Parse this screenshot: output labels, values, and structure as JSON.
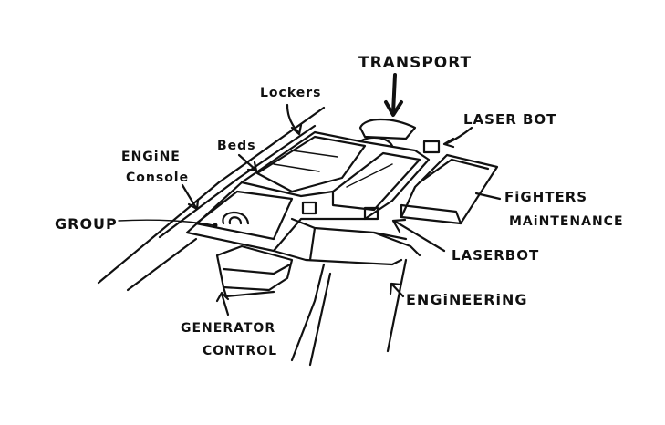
{
  "labels": {
    "transport": "TRANSPORT",
    "lockers": "Lockers",
    "laser_bot_top": "LASER BOT",
    "beds": "Beds",
    "engine_console_1": "ENGiNE",
    "engine_console_2": "Console",
    "fighters_maintenance_1": "FiGHTERS",
    "fighters_maintenance_2": "MAiNTENANCE",
    "group": "GROUP",
    "laserbot_bottom": "LASERBOT",
    "engineering": "ENGiNEERiNG",
    "generator_control_1": "GENERATOR",
    "generator_control_2": "CONTROL"
  }
}
